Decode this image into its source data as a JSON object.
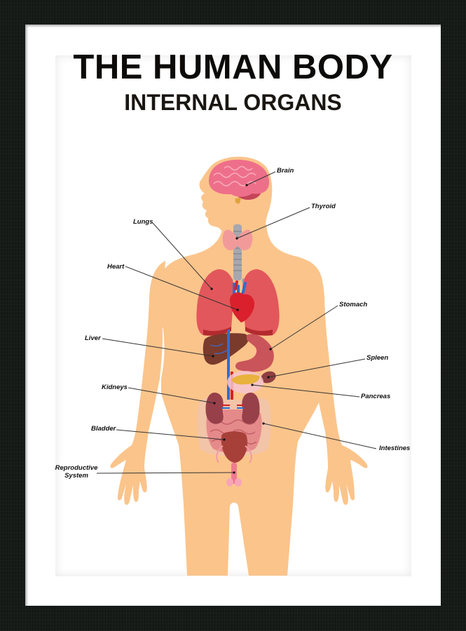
{
  "poster": {
    "title": "THE HUMAN BODY",
    "subtitle": "INTERNAL ORGANS"
  },
  "colors": {
    "frame": "#141915",
    "mat": "#ffffff",
    "skin": "#fbc48b",
    "skin_shade": "#f7b878",
    "brain": "#ee6f8a",
    "lung": "#e2575b",
    "lung_dark": "#b32a2f",
    "heart": "#d9202c",
    "liver": "#7a3a2c",
    "stomach": "#c9545a",
    "kidney": "#97404a",
    "intestine": "#e58a8a",
    "colon": "#f2c4a8",
    "bladder": "#a8403a",
    "pancreas": "#e8b23c",
    "trachea": "#a7a7ad",
    "vein": "#2a6fd6",
    "artery": "#d6202a",
    "leader_line": "#333333"
  },
  "labels": {
    "brain": "Brain",
    "thyroid": "Thyroid",
    "lungs": "Lungs",
    "heart": "Heart",
    "stomach": "Stomach",
    "liver": "Liver",
    "spleen": "Spleen",
    "kidneys": "Kidneys",
    "pancreas": "Pancreas",
    "bladder": "Bladder",
    "intestines": "Intestines",
    "reproductive_line1": "Reproductive",
    "reproductive_line2": "System"
  }
}
